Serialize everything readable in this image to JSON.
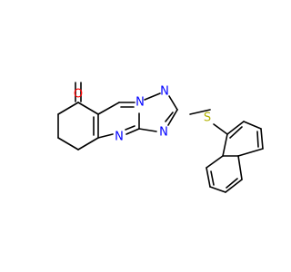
{
  "diagram": {
    "type": "chemical-structure",
    "atom_labels": {
      "oxygen": "O",
      "n_bridge": "N",
      "n_top": "N",
      "n_lower_triazole": "N",
      "n_lower_pyrimidine": "N",
      "sulfur": "S"
    },
    "colors": {
      "bond": "#000000",
      "oxygen": "#ff0000",
      "nitrogen": "#0000ff",
      "sulfur": "#b2b200",
      "background": "#ffffff"
    }
  }
}
